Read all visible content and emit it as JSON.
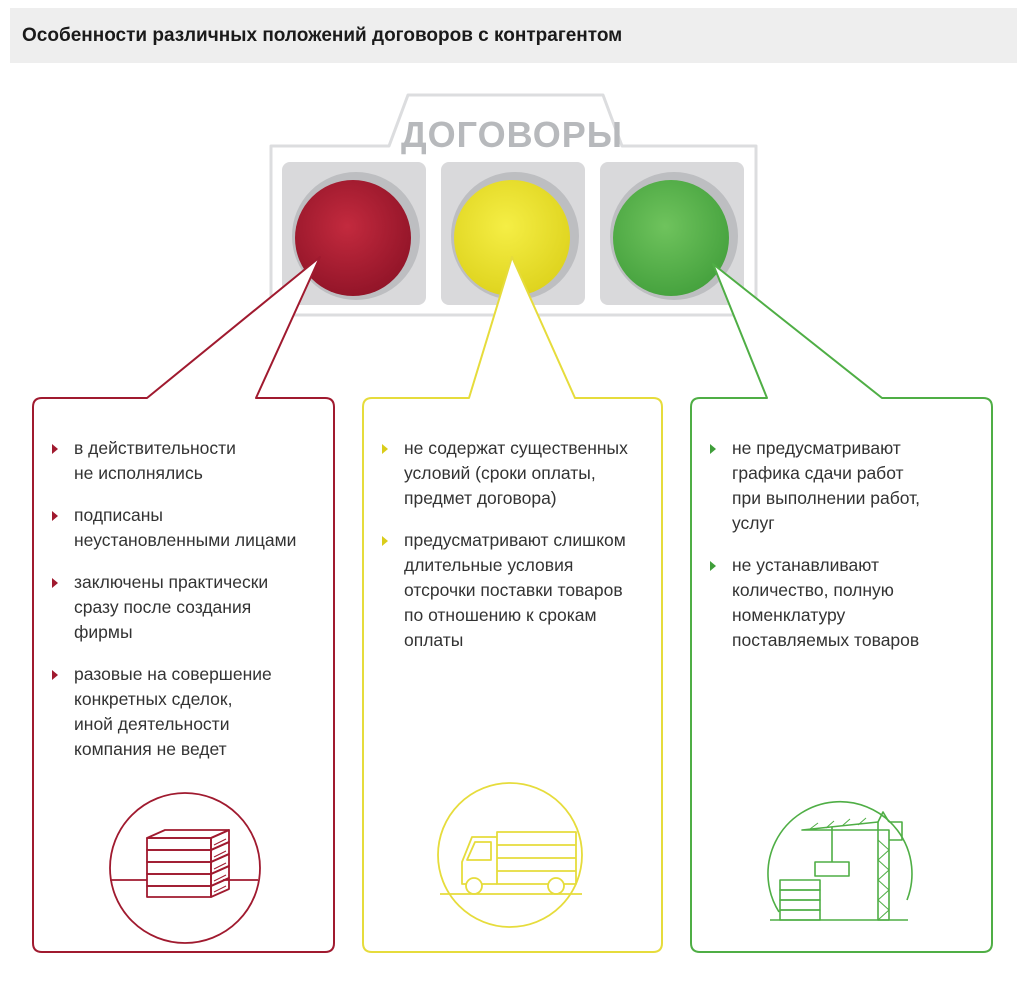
{
  "header": {
    "title": "Особенности различных положений договоров с контрагентом"
  },
  "traffic_light": {
    "label": "ДОГОВОРЫ"
  },
  "colors": {
    "red": "#a01a2f",
    "yellow": "#e8df2a",
    "green": "#4fae45",
    "housing": "#dcdddf"
  },
  "panels": [
    {
      "color": "red",
      "icon": "stacked-boxes-icon",
      "items": [
        "в действительности\nне исполнялись",
        "подписаны\nнеустановленными лицами",
        "заключены практически\nсразу после создания\nфирмы",
        "разовые на совершение\nконкретных сделок,\nиной деятельности\nкомпания не ведет"
      ]
    },
    {
      "color": "yellow",
      "icon": "truck-icon",
      "items": [
        "не содержат существенных\nусловий (сроки оплаты,\nпредмет договора)",
        "предусматривают слишком\nдлительные условия\nотсрочки поставки товаров\nпо отношению к срокам\nоплаты"
      ]
    },
    {
      "color": "green",
      "icon": "crane-icon",
      "items": [
        "не предусматривают\nграфика сдачи работ\nпри выполнении работ,\nуслуг",
        "не устанавливают\nколичество, полную\nноменклатуру\nпоставляемых товаров"
      ]
    }
  ]
}
